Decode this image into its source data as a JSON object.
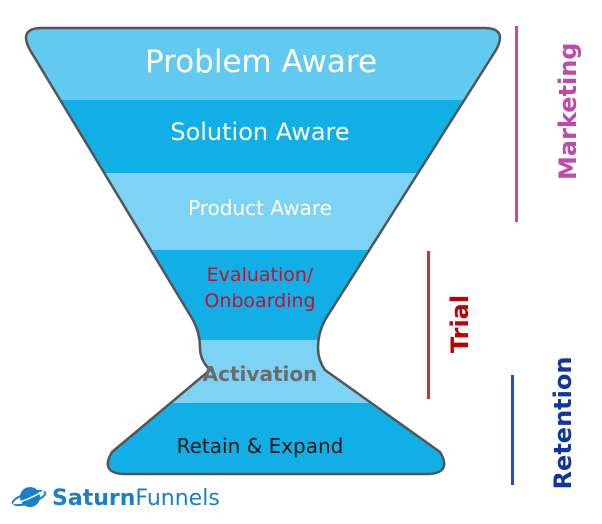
{
  "diagram": {
    "type": "funnel",
    "stages": [
      {
        "label": "Problem Aware",
        "fill": "#62c9ef",
        "text_color": "#ffffff"
      },
      {
        "label": "Solution Aware",
        "fill": "#12aee6",
        "text_color": "#ffffff"
      },
      {
        "label": "Product Aware",
        "fill": "#7dd3f3",
        "text_color": "#ffffff"
      },
      {
        "label": "Evaluation/",
        "label2": "Onboarding",
        "fill": "#12aee6",
        "text_color": "#c8102e"
      },
      {
        "label": "Activation",
        "fill": "#7dd3f3",
        "text_color": "#6b6b6b"
      },
      {
        "label": "Retain & Expand",
        "fill": "#12aee6",
        "text_color": "#1a1a1a"
      }
    ],
    "groups": [
      {
        "label": "Marketing",
        "color": "#c04aa9"
      },
      {
        "label": "Trial",
        "color": "#c8102e"
      },
      {
        "label": "Retention",
        "color": "#12359e"
      }
    ],
    "outline_color": "#666666"
  },
  "logo": {
    "bold": "Saturn",
    "light": "Funnels",
    "icon": "saturn-planet-icon",
    "color": "#1a7fc9"
  }
}
